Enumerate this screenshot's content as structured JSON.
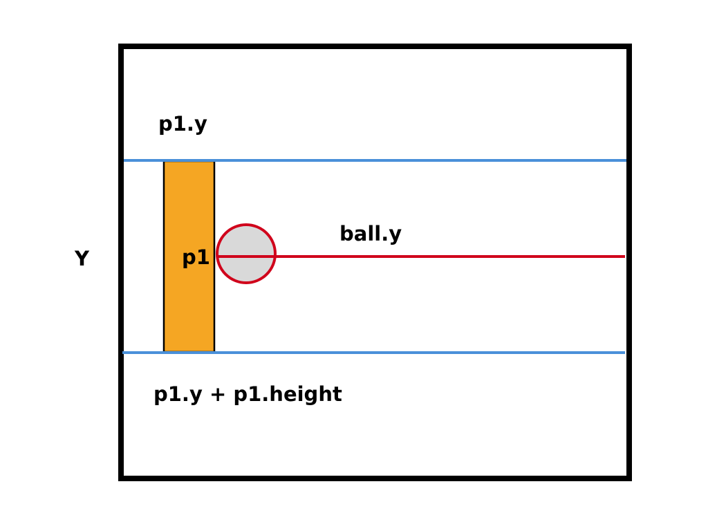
{
  "labels": {
    "axis": "Y",
    "top_line": "p1.y",
    "paddle": "p1",
    "ball": "ball.y",
    "bottom_line": "p1.y + p1.height"
  },
  "colors": {
    "frame": "#000000",
    "guide_line": "#4a90d9",
    "paddle_fill": "#f5a623",
    "paddle_stroke": "#000000",
    "ball_fill": "#d9d9d9",
    "ball_stroke": "#d0021b",
    "ball_line": "#d0021b"
  }
}
